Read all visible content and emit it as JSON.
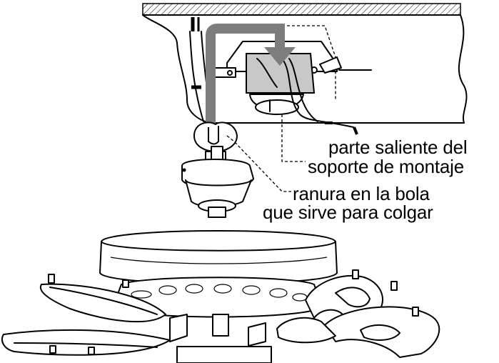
{
  "labels": {
    "bracket_tab_line1": "parte saliente del",
    "bracket_tab_line2": "soporte de montaje",
    "ball_slot_line1": "ranura en la bola",
    "ball_slot_line2": "que sirve para colgar"
  },
  "colors": {
    "line": "#000000",
    "arrow": "#7d7d7d",
    "shade": "#c8c8c8",
    "background": "#ffffff"
  }
}
